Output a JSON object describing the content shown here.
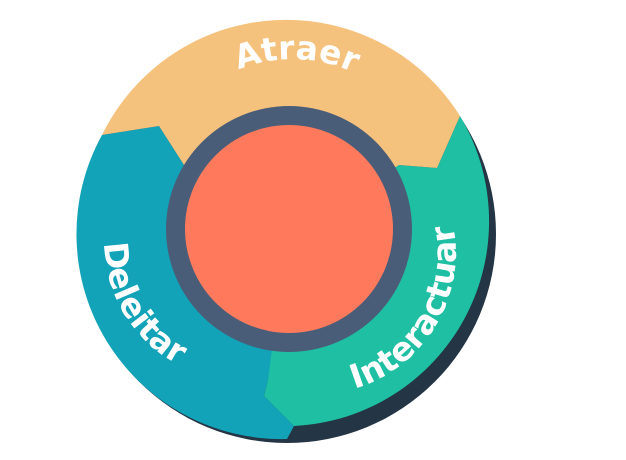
{
  "flywheel": {
    "stages": {
      "attract": {
        "label": "Atraer",
        "color": "#F5C27E"
      },
      "engage": {
        "label": "Interactuar",
        "color": "#1FBFA3"
      },
      "delight": {
        "label": "Deleitar",
        "color": "#12A3B8"
      }
    },
    "colors": {
      "outline": "#243545",
      "ring": "#4A5D78",
      "center": "#FF7A5C"
    }
  }
}
